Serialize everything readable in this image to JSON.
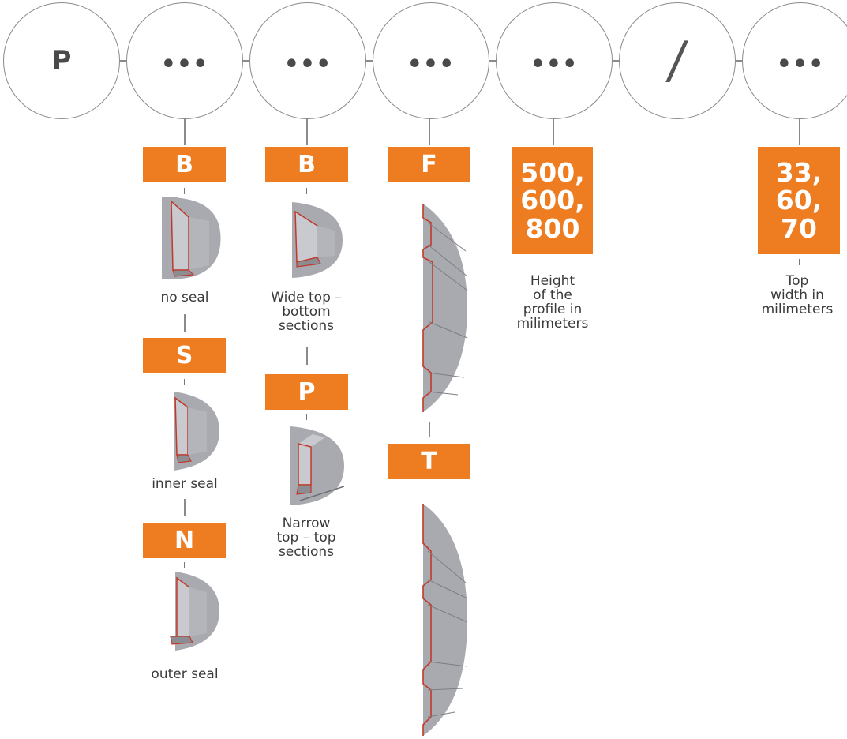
{
  "code_nodes": [
    {
      "symbol": "P"
    },
    {
      "symbol": "•••"
    },
    {
      "symbol": "•••"
    },
    {
      "symbol": "•••"
    },
    {
      "symbol": "•••"
    },
    {
      "symbol": "/"
    },
    {
      "symbol": "•••"
    }
  ],
  "seal_options": [
    {
      "code": "B",
      "label": "no seal"
    },
    {
      "code": "S",
      "label": "inner seal"
    },
    {
      "code": "N",
      "label": "outer seal"
    }
  ],
  "section_options": [
    {
      "code": "B",
      "label_lines": [
        "Wide top –",
        "bottom",
        "sections"
      ]
    },
    {
      "code": "P",
      "label_lines": [
        "Narrow",
        "top – top",
        "sections"
      ]
    }
  ],
  "profile_options": [
    {
      "code": "F"
    },
    {
      "code": "T"
    }
  ],
  "height_option": {
    "values": [
      "500,",
      "600,",
      "800"
    ],
    "label_lines": [
      "Height",
      "of the",
      "profile in",
      "milimeters"
    ]
  },
  "width_option": {
    "values": [
      "33,",
      "60,",
      "70"
    ],
    "label_lines": [
      "Top",
      "width in",
      "milimeters"
    ]
  },
  "colors": {
    "accent": "#ee7d22",
    "line": "#8a8a8a",
    "profile_edge": "#c0392b",
    "profile_fill": "#a9aab0"
  }
}
